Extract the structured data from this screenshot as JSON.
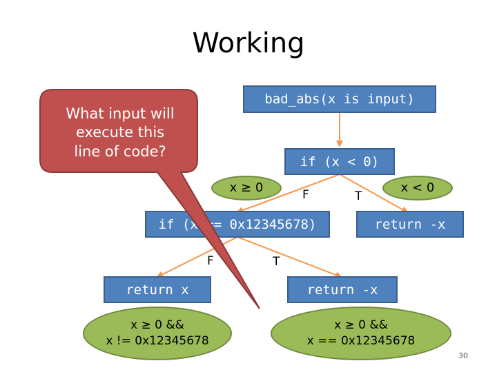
{
  "title": "Working",
  "nodes": {
    "root": "bad_abs(x is input)",
    "cond1": "if (x < 0)",
    "cond2": "if (x == 0x12345678)",
    "ret_neg_x_right": "return -x",
    "ret_x": "return x",
    "ret_neg_x_bottom": "return -x"
  },
  "ellipses": {
    "x_ge_0": "x ≥ 0",
    "x_lt_0": "x < 0",
    "left_line1": "x ≥ 0 &&",
    "left_line2": "x != 0x12345678",
    "right_line1": "x ≥ 0 &&",
    "right_line2": "x == 0x12345678"
  },
  "edge_labels": {
    "cond1_false": "F",
    "cond1_true": "T",
    "cond2_false": "F",
    "cond2_true": "T"
  },
  "callout": {
    "text_line1": "What input will",
    "text_line2": "execute this",
    "text_line3": "line of code?"
  },
  "page_number": "30",
  "colors": {
    "box_fill": "#4f81bd",
    "ellipse_fill": "#9bbb59",
    "callout_fill": "#c0504d",
    "arrow": "#f79646"
  }
}
